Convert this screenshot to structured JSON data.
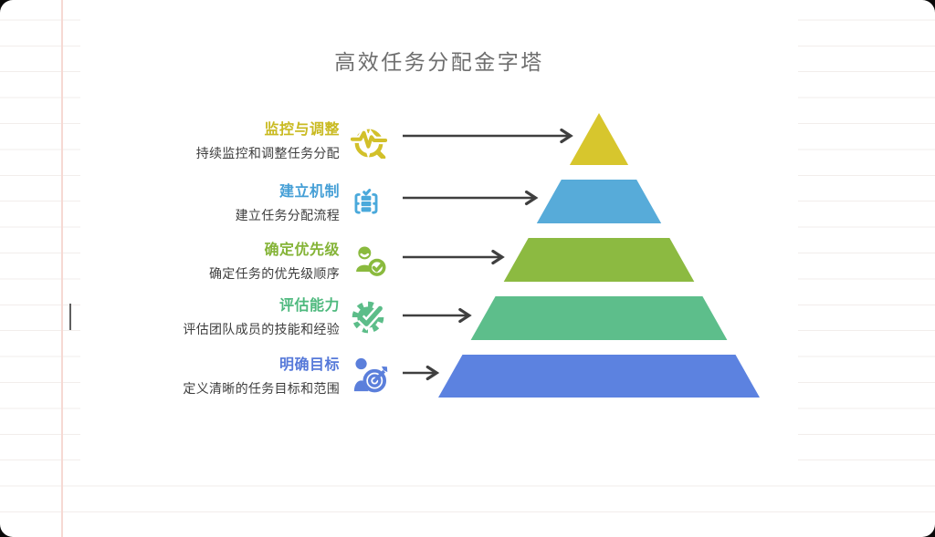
{
  "title": "高效任务分配金字塔",
  "levels": [
    {
      "label": "监控与调整",
      "description": "持续监控和调整任务分配",
      "label_color": "#c9ba21",
      "shape_color": "#d7c62d",
      "icon_color": "#d2c02a",
      "icon": "pulse-monitor-icon"
    },
    {
      "label": "建立机制",
      "description": "建立任务分配流程",
      "label_color": "#459fd6",
      "shape_color": "#57abd9",
      "icon_color": "#4aa9db",
      "icon": "checklist-icon"
    },
    {
      "label": "确定优先级",
      "description": "确定任务的优先级顺序",
      "label_color": "#85b438",
      "shape_color": "#8cba41",
      "icon_color": "#8aba3e",
      "icon": "person-check-icon"
    },
    {
      "label": "评估能力",
      "description": "评估团队成员的技能和经验",
      "label_color": "#4eb97e",
      "shape_color": "#5dbe8b",
      "icon_color": "#5cbd89",
      "icon": "gear-check-icon"
    },
    {
      "label": "明确目标",
      "description": "定义清晰的任务目标和范围",
      "label_color": "#5679d9",
      "shape_color": "#5c82e0",
      "icon_color": "#5b7fdb",
      "icon": "person-target-icon"
    }
  ],
  "colors": {
    "arrow": "#3f3f3f",
    "title_text": "#6e6e6e",
    "description_text": "#3d3d3d",
    "paper_rule": "#f2edeb",
    "paper_margin_line": "#f6d9d3"
  }
}
